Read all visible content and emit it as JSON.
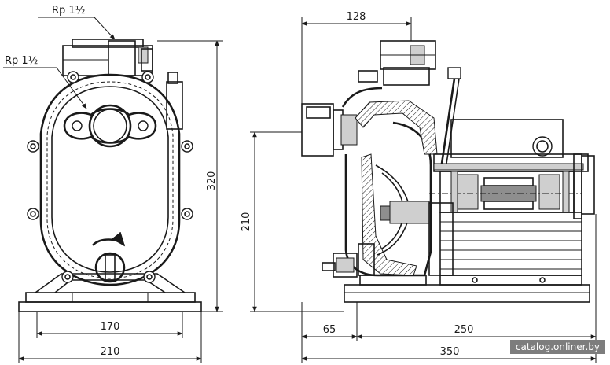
{
  "labels": {
    "port_top": "Rp 1½",
    "port_front": "Rp 1½"
  },
  "dimensions": {
    "front_height": "320",
    "front_bolt_spacing": "170",
    "front_base_width": "210",
    "side_top": "128",
    "side_height": "210",
    "side_left": "65",
    "side_right": "250",
    "side_total": "350"
  },
  "watermark": "catalog.onliner.by"
}
